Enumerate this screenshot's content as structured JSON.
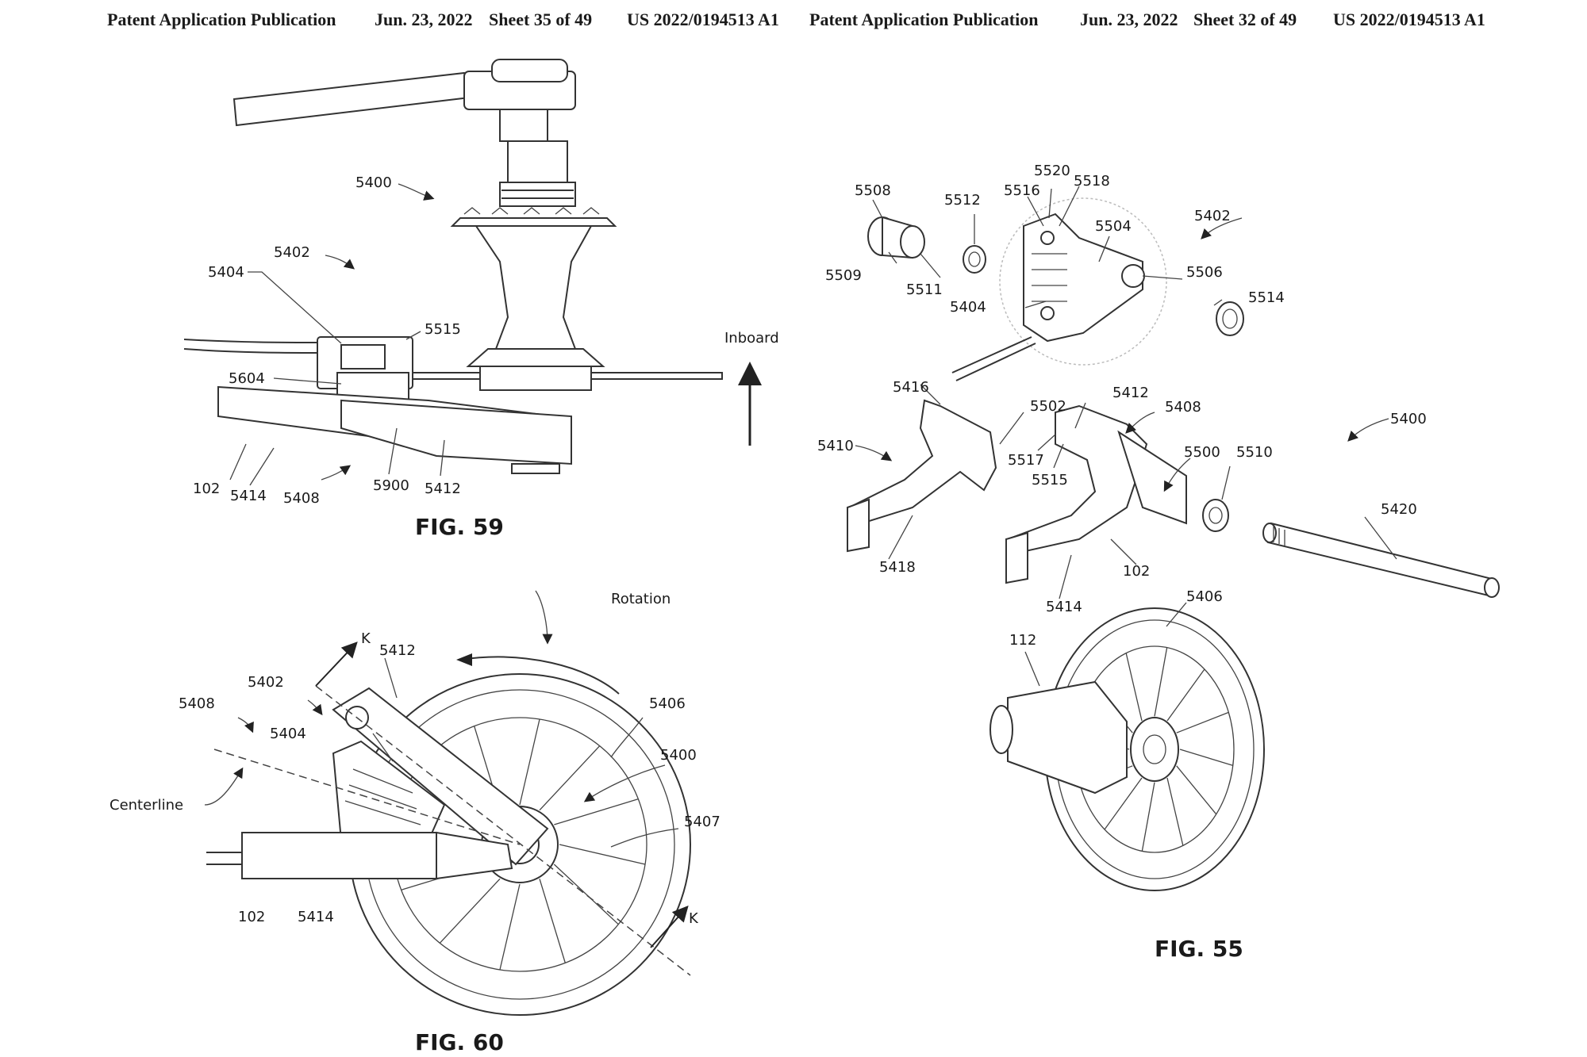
{
  "headers": [
    {
      "pub": "Patent Application Publication",
      "date": "Jun. 23, 2022",
      "sheet": "Sheet 35 of 49",
      "number": "US 2022/0194513 A1"
    },
    {
      "pub": "Patent Application Publication",
      "date": "Jun. 23, 2022",
      "sheet": "Sheet 32 of 49",
      "number": "US 2022/0194513 A1"
    }
  ],
  "figures": {
    "fig59": {
      "caption": "FIG. 59",
      "labels": {
        "a5400": "5400",
        "a5402": "5402",
        "a5404": "5404",
        "a5515": "5515",
        "a5604": "5604",
        "a102": "102",
        "a5414": "5414",
        "a5408": "5408",
        "a5900": "5900",
        "a5412": "5412",
        "inboard": "Inboard"
      }
    },
    "fig60": {
      "caption": "FIG. 60",
      "labels": {
        "rotation": "Rotation",
        "k_top": "K",
        "a5412": "5412",
        "a5402": "5402",
        "a5408": "5408",
        "a5404": "5404",
        "centerline": "Centerline",
        "a5406": "5406",
        "a5400": "5400",
        "a5407": "5407",
        "a102": "102",
        "a5414": "5414",
        "k_bottom": "K"
      }
    },
    "fig55": {
      "caption": "FIG. 55",
      "labels": {
        "a5508": "5508",
        "a5512": "5512",
        "a5516": "5516",
        "a5520": "5520",
        "a5518": "5518",
        "a5504": "5504",
        "a5402": "5402",
        "a5509": "5509",
        "a5511": "5511",
        "a5404": "5404",
        "a5506": "5506",
        "a5514": "5514",
        "a5416": "5416",
        "a5502": "5502",
        "a5412": "5412",
        "a5408": "5408",
        "a5400": "5400",
        "a5410": "5410",
        "a5517": "5517",
        "a5515": "5515",
        "a5500": "5500",
        "a5510": "5510",
        "a5420": "5420",
        "a5418": "5418",
        "a102": "102",
        "a5414": "5414",
        "a5406": "5406",
        "a112": "112"
      }
    }
  }
}
